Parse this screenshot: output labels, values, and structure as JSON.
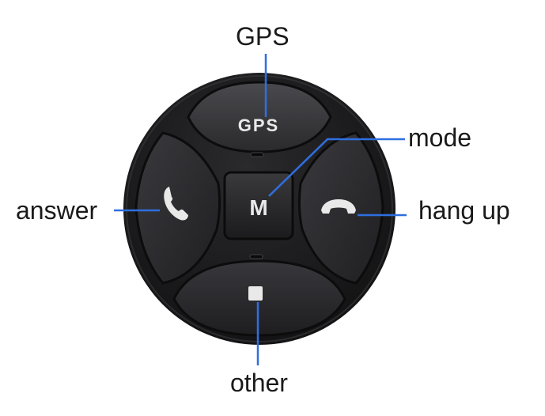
{
  "callouts": {
    "gps": "GPS",
    "mode": "mode",
    "answer": "answer",
    "hang_up": "hang up",
    "other": "other"
  },
  "device": {
    "top_button_label": "GPS",
    "center_button_label": "M"
  },
  "colors": {
    "device_body": "#1c1c1e",
    "button_face": "#2e2e31",
    "button_glyph": "#e9e9e9",
    "leader_line": "#2f6fe0",
    "callout_text": "#1a1a1a",
    "background": "#ffffff"
  },
  "icons": {
    "left_button": "phone-answer-icon",
    "right_button": "phone-hangup-icon",
    "bottom_button": "square-icon"
  }
}
